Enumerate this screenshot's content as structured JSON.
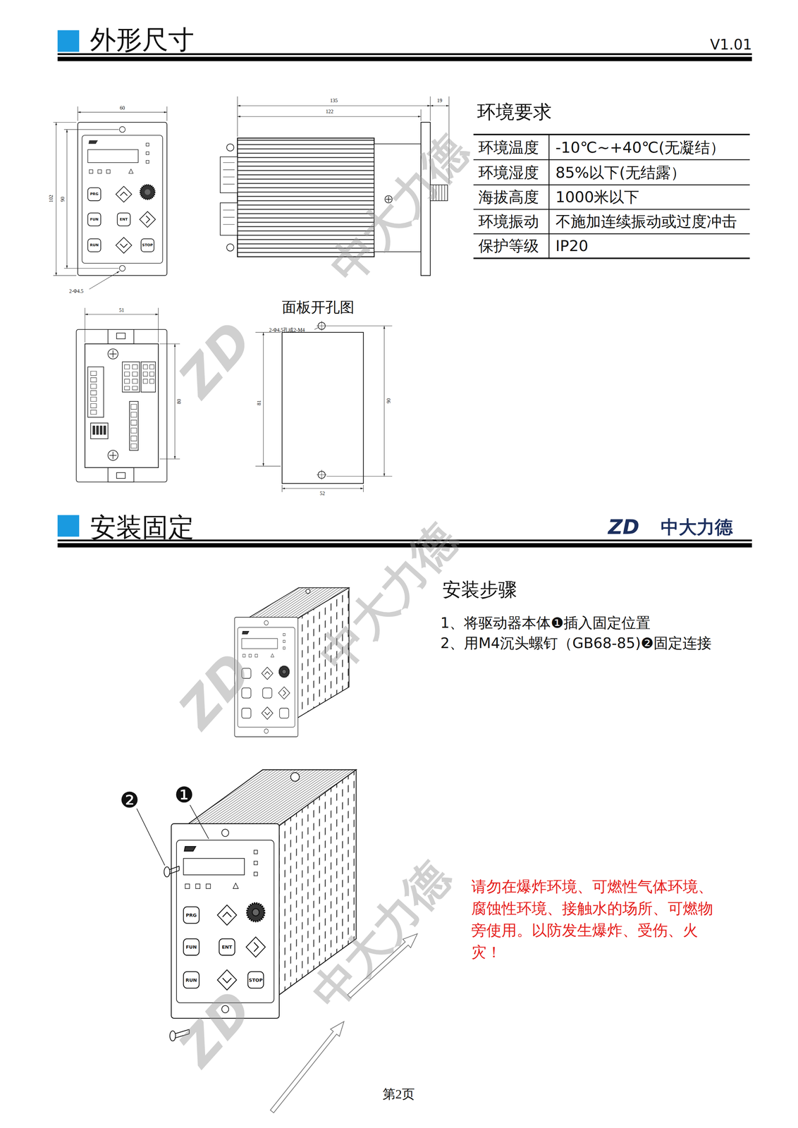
{
  "diagram": {
    "title": "外形尺寸",
    "labels": [
      "V1.01",
      "60",
      "102",
      "90",
      "2-Φ4.5",
      "135",
      "19",
      "122",
      "51",
      "80",
      "面板开孔图",
      "2-Φ4.5孔或2-M4",
      "81",
      "90",
      "52",
      "环境要求",
      "环境温度",
      "-10℃~+40℃(无凝结）",
      "环境湿度",
      "85%以下(无结露）",
      "海拔高度",
      "1000米以下",
      "环境振动",
      "不施加连续振动或过度冲击",
      "保护等级",
      "IP20",
      "安装固定",
      "ZD",
      "中大力德",
      "安装步骤",
      "1、将驱动器本体❶插入固定位置",
      "2、用M4沉头螺钉（GB68-85)❷固定连接",
      "请勿在爆炸环境、可燃性气体环境、腐蚀性环境、接触水的场所、可燃物旁使用。以防发生爆炸、受伤、火灾！",
      "第2页",
      "❷",
      "❶",
      "PRG",
      "FUN",
      "RUN",
      "ENT",
      "STOP",
      "PRG",
      "FUN",
      "RUN",
      "ENT",
      "STOP",
      "中大力德",
      "中大力德",
      "中大力德",
      "ZD",
      "ZD",
      "ZD"
    ]
  }
}
